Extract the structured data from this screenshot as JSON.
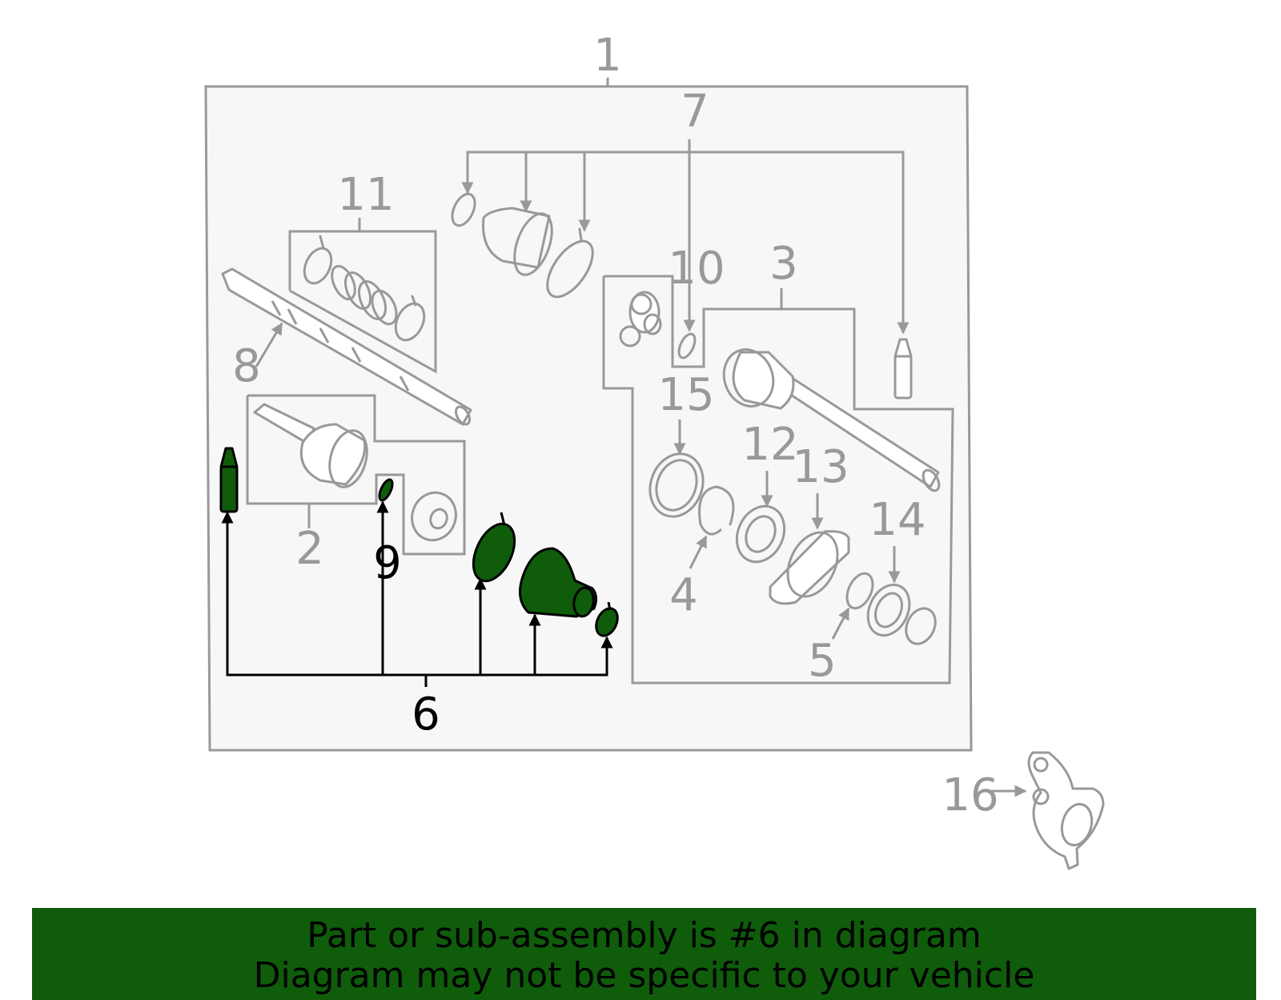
{
  "diagram": {
    "callouts": {
      "c1": "1",
      "c2": "2",
      "c3": "3",
      "c4": "4",
      "c5": "5",
      "c6": "6",
      "c7": "7",
      "c8": "8",
      "c9": "9",
      "c10": "10",
      "c11": "11",
      "c12": "12",
      "c13": "13",
      "c14": "14",
      "c15": "15",
      "c16": "16"
    },
    "highlighted_part": "6",
    "colors": {
      "highlight": "#0f5c0b",
      "outline": "#999999",
      "assembly_background": "#f7f7f7"
    }
  },
  "banner": {
    "line1": "Part or sub-assembly is #6 in diagram",
    "line2": "Diagram may not be specific to your vehicle"
  }
}
